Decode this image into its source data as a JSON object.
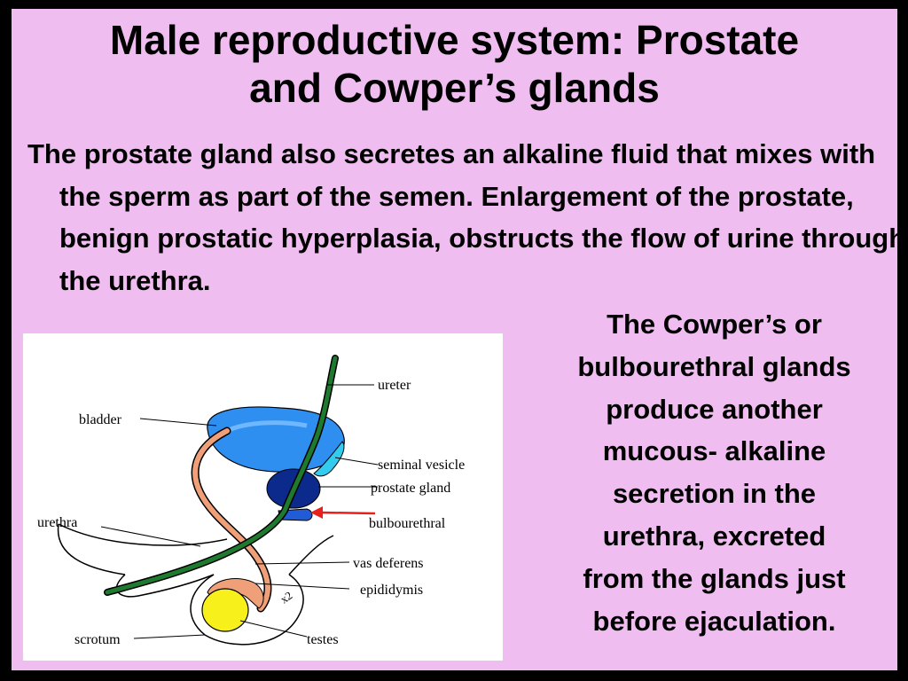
{
  "title": {
    "line1": "Male reproductive system: Prostate",
    "line2": "and Cowper’s glands"
  },
  "body_text": "The prostate gland also secretes an alkaline fluid that mixes with the sperm as part of the semen. Enlargement of the prostate, benign prostatic hyperplasia, obstructs the flow of urine through the urethra.",
  "cowper_text": {
    "lines": [
      "The Cowper’s  or",
      "bulbourethral glands",
      "produce another",
      "mucous- alkaline",
      "secretion in the",
      "urethra, excreted",
      "from the glands just",
      "before ejaculation."
    ]
  },
  "diagram": {
    "labels": {
      "bladder": "bladder",
      "ureter": "ureter",
      "seminal_vesicle": "seminal vesicle",
      "prostate_gland": "prostate gland",
      "bulbourethral": "bulbourethral",
      "urethra": "urethra",
      "vas_deferens": "vas deferens",
      "epididymis": "epididymis",
      "scrotum": "scrotum",
      "testes": "testes",
      "magnification": "x2"
    },
    "colors": {
      "bladder": "#2f8ff0",
      "seminal_vesicle": "#33ccee",
      "prostate": "#0c2a8c",
      "bulbourethral": "#1f5cd6",
      "urethra": "#1e7a2e",
      "vas_deferens": "#f0a078",
      "testes": "#f7f01a",
      "pointer_arrow": "#e8201c"
    }
  }
}
